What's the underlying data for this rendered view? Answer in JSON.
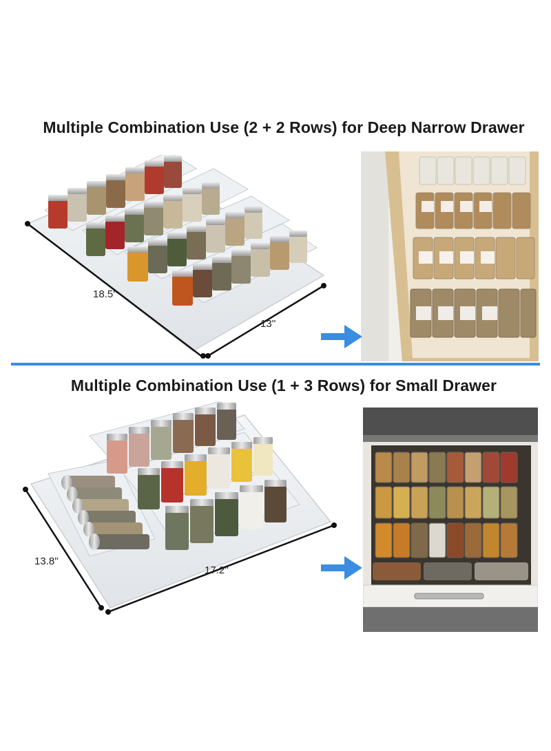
{
  "section_top": {
    "heading": "Multiple Combination Use  (2 + 2 Rows) for Deep Narrow Drawer",
    "dimension_length": "18.5''",
    "dimension_width": "13''"
  },
  "section_bottom": {
    "heading": "Multiple Combination Use  (1 + 3 Rows) for Small Drawer",
    "dimension_length": "17.2''",
    "dimension_depth": "13.8''"
  },
  "colors": {
    "divider": "#3a8de0",
    "arrow": "#3a8de0",
    "heading_text": "#1a1a1a",
    "drawer_wood": "#d8bf92"
  },
  "icons": {
    "arrow": "right-arrow-icon"
  }
}
